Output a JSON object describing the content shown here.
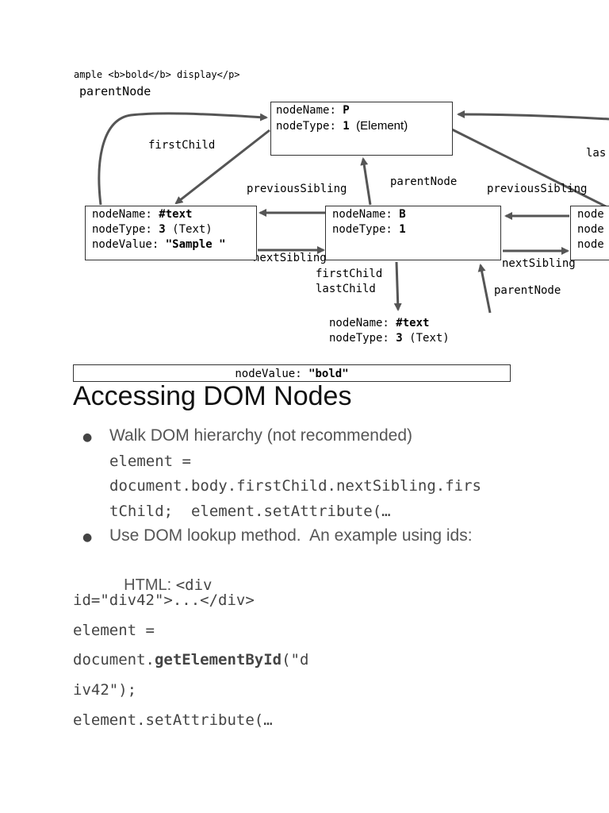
{
  "diagram": {
    "top_caption": "ample <b>bold</b> display</p>",
    "label_parentNode_top": "parentNode",
    "label_firstChild": "firstChild",
    "label_previousSibling_left": "previousSibling",
    "label_parentNode_mid": "parentNode",
    "label_previousSibling_right": "previousSibling",
    "label_last_cut": "las",
    "label_nextSibling_left": "nextSibling",
    "label_nextSibling_right": "nextSibling",
    "label_firstChild_b": "firstChild",
    "label_lastChild_b": "lastChild",
    "label_parentNode_bottom": "parentNode",
    "p_box": {
      "name_key": "nodeName",
      "name_val": "P",
      "type_key": "nodeType",
      "type_val": "1",
      "type_note": "(Element)"
    },
    "text_box": {
      "name_key": "nodeName: ",
      "name_val": "#text",
      "type_key": "nodeType: ",
      "type_val": "3",
      "type_note": " (Text)",
      "value_key": "nodeValue: ",
      "value_val": "\"Sample \""
    },
    "b_box": {
      "name_key": "nodeName: ",
      "name_val": "B",
      "type_key": "nodeType: ",
      "type_val": "1"
    },
    "right_box": {
      "line1": "node",
      "line2": "node",
      "line3": "node"
    },
    "bold_text_node": {
      "name_key": "nodeName: ",
      "name_val": "#text",
      "type_key": "nodeType: ",
      "type_val": "3",
      "type_note": " (Text)",
      "value_key": "nodeValue: ",
      "value_val": "\"bold\""
    },
    "colors": {
      "arrow": "#555555",
      "box_border": "#333333"
    }
  },
  "section": {
    "heading": "Accessing DOM Nodes",
    "bullet1": "Walk DOM hierarchy (not recommended)",
    "code1_line1": "element =",
    "code1_line2": "document.body.firstChild.nextSibling.firs",
    "code1_line3": "tChild;  element.setAttribute(…",
    "bullet2": "Use DOM lookup method.  An example using ids:",
    "html_label": "HTML: ",
    "html_code": "<div",
    "code2_line1": "id=\"div42\">...</div>",
    "code2_line2": "element =",
    "code2_line3_pre": "document.",
    "code2_line3_bold": "getElementById",
    "code2_line3_post": "(\"d",
    "code2_line4": "iv42\");",
    "code2_line5": "element.setAttribute(…"
  }
}
